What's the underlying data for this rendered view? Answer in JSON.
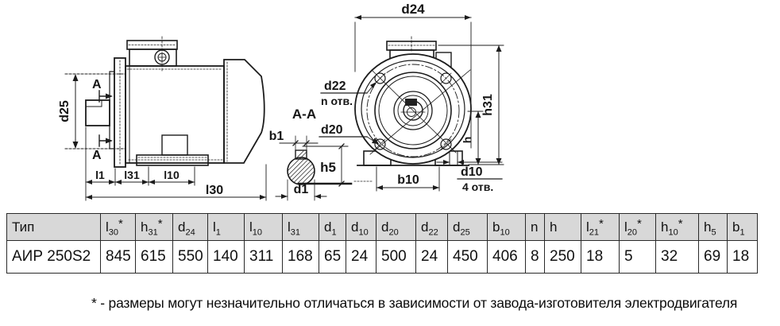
{
  "colors": {
    "table_header_bg": "#d8d8d8",
    "line": "#1c1c1c",
    "text": "#111111"
  },
  "drawing": {
    "labels": {
      "a_top": "А",
      "a_bottom": "А",
      "d25": "d25",
      "l1": "l1",
      "l31": "l31",
      "l10": "l10",
      "l30": "l30",
      "section": "А-А",
      "b1": "b1",
      "h5": "h5",
      "d1": "d1",
      "d24": "d24",
      "d22": "d22",
      "n_otv": "n отв.",
      "d20": "d20",
      "h31": "h31",
      "h": "h",
      "b10": "b10",
      "d10": "d10",
      "otv4": "4 отв."
    }
  },
  "table": {
    "headers": [
      {
        "base": "Тип",
        "sub": "",
        "star": ""
      },
      {
        "base": "l",
        "sub": "30",
        "star": "*"
      },
      {
        "base": "h",
        "sub": "31",
        "star": "*"
      },
      {
        "base": "d",
        "sub": "24",
        "star": ""
      },
      {
        "base": "l",
        "sub": "1",
        "star": ""
      },
      {
        "base": "l",
        "sub": "10",
        "star": ""
      },
      {
        "base": "l",
        "sub": "31",
        "star": ""
      },
      {
        "base": "d",
        "sub": "1",
        "star": ""
      },
      {
        "base": "d",
        "sub": "10",
        "star": ""
      },
      {
        "base": "d",
        "sub": "20",
        "star": ""
      },
      {
        "base": "d",
        "sub": "22",
        "star": ""
      },
      {
        "base": "d",
        "sub": "25",
        "star": ""
      },
      {
        "base": "b",
        "sub": "10",
        "star": ""
      },
      {
        "base": "n",
        "sub": "",
        "star": ""
      },
      {
        "base": "h",
        "sub": "",
        "star": ""
      },
      {
        "base": "l",
        "sub": "21",
        "star": "*"
      },
      {
        "base": "l",
        "sub": "20",
        "star": "*"
      },
      {
        "base": "h",
        "sub": "10",
        "star": "*"
      },
      {
        "base": "h",
        "sub": "5",
        "star": ""
      },
      {
        "base": "b",
        "sub": "1",
        "star": ""
      }
    ],
    "row": {
      "type": "АИР 250S2",
      "values": [
        "845",
        "615",
        "550",
        "140",
        "311",
        "168",
        "65",
        "24",
        "500",
        "24",
        "450",
        "406",
        "8",
        "250",
        "18",
        "5",
        "32",
        "69",
        "18"
      ]
    }
  },
  "footnote": "* - размеры могут незначительно отличаться в зависимости от завода-изготовителя электродвигателя"
}
